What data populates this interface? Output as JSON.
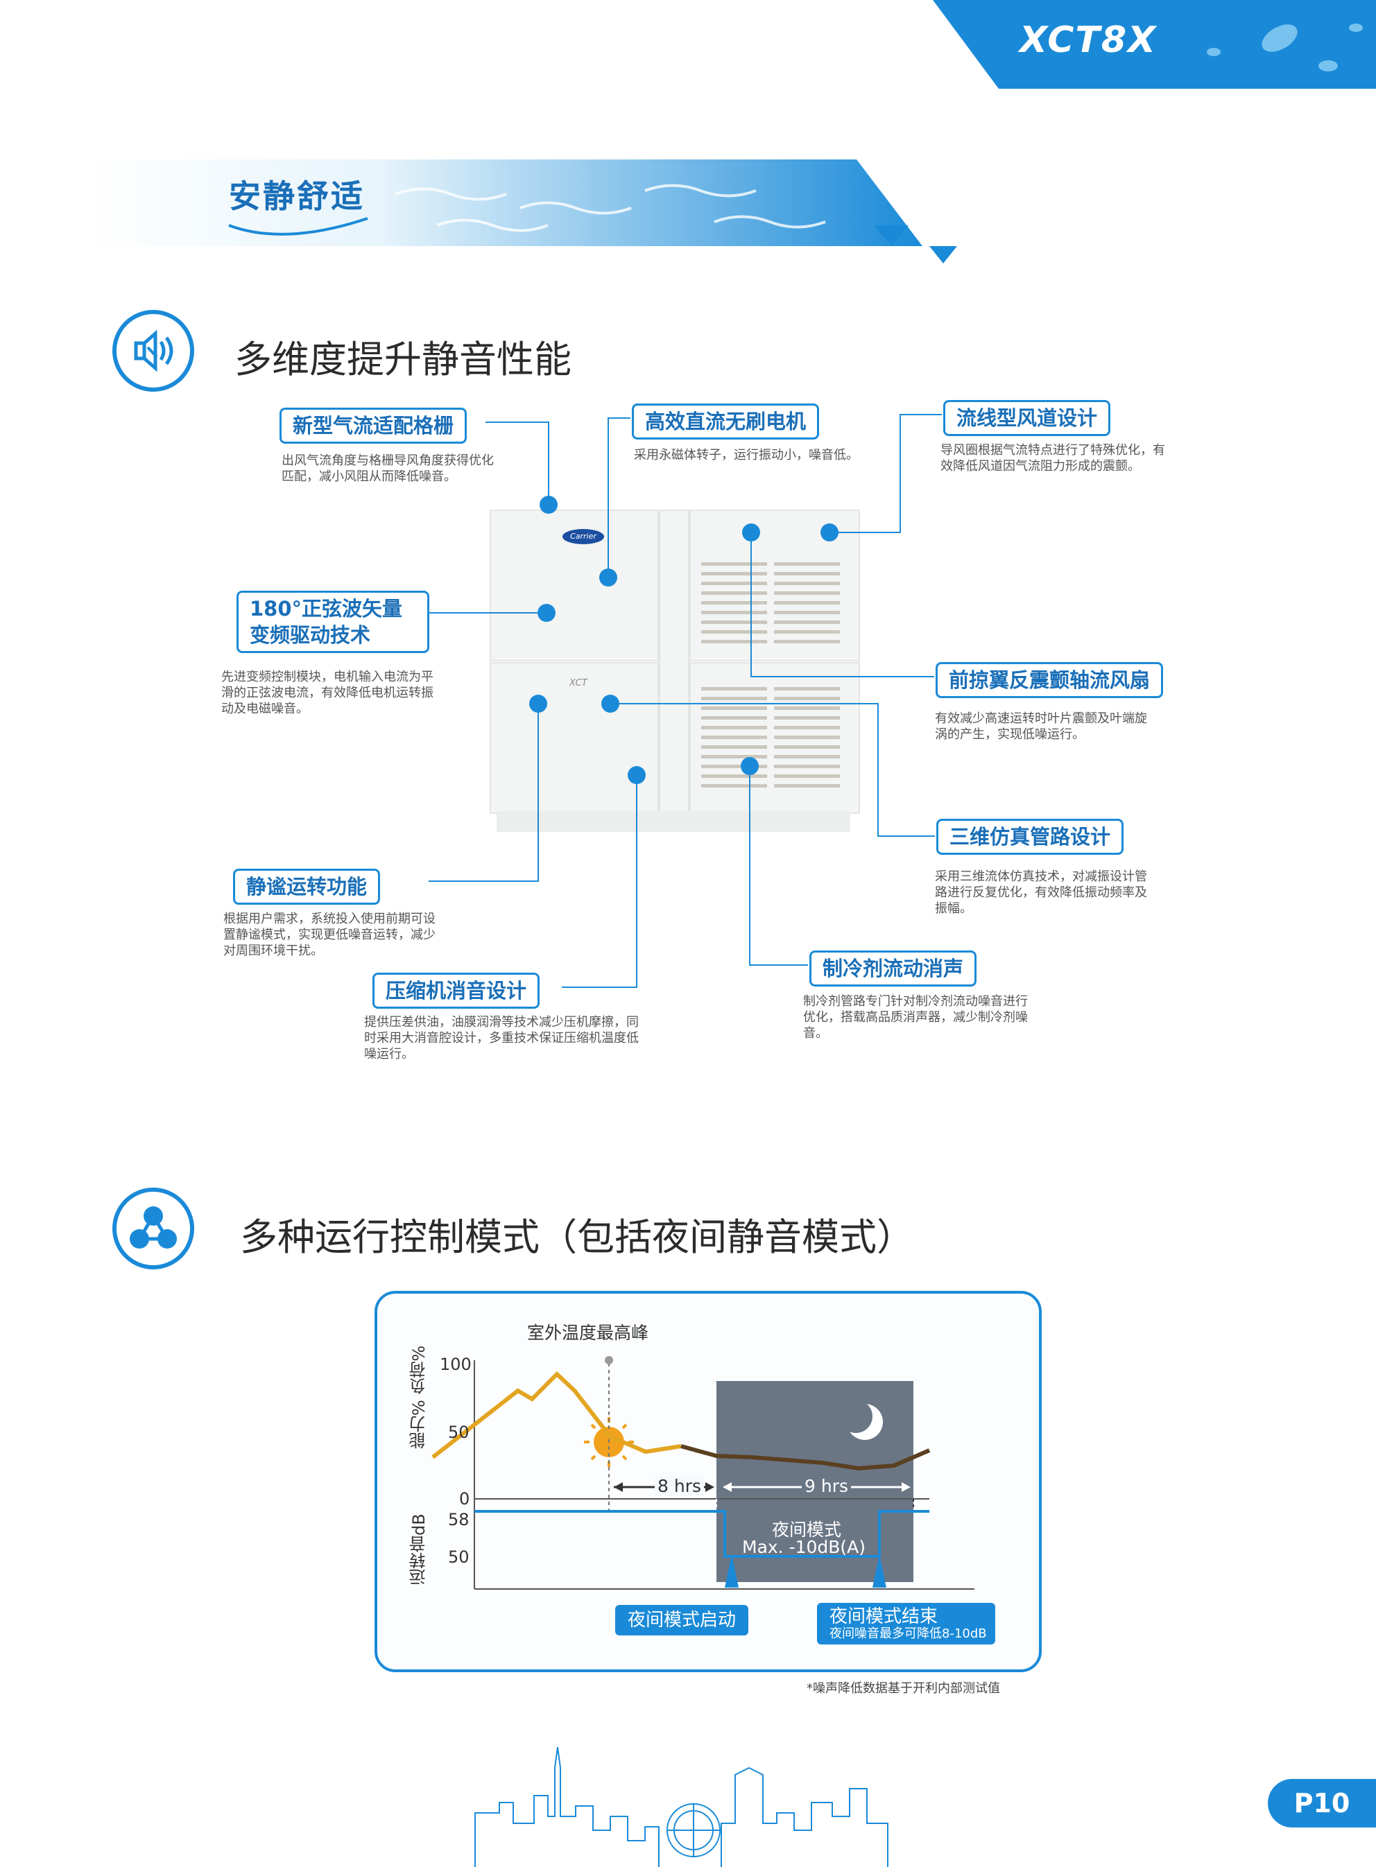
{
  "brand": {
    "logo_text": "XCT8X"
  },
  "banner": {
    "title": "安静舒适"
  },
  "section1": {
    "title": "多维度提升静音性能",
    "icon": "speaker-mute-icon",
    "unit_logo": "Carrier",
    "unit_badge": "XCT",
    "callouts": [
      {
        "title": "新型气流适配格栅",
        "desc": "出风气流角度与格栅导风角度获得优化匹配，减小风阻从而降低噪音。"
      },
      {
        "title": "高效直流无刷电机",
        "desc": "采用永磁体转子，运行振动小，噪音低。"
      },
      {
        "title": "流线型风道设计",
        "desc": "导风圈根据气流特点进行了特殊优化，有效降低风道因气流阻力形成的震颤。"
      },
      {
        "title": "180°正弦波矢量变频驱动技术",
        "desc": "先进变频控制模块，电机输入电流为平滑的正弦波电流，有效降低电机运转振动及电磁噪音。"
      },
      {
        "title": "前掠翼反震颤轴流风扇",
        "desc": "有效减少高速运转时叶片震颤及叶端旋涡的产生，实现低噪运行。"
      },
      {
        "title": "三维仿真管路设计",
        "desc": "采用三维流体仿真技术，对减振设计管路进行反复优化，有效降低振动频率及振幅。"
      },
      {
        "title": "静谧运转功能",
        "desc": "根据用户需求，系统投入使用前期可设置静谧模式，实现更低噪音运转，减少对周围环境干扰。"
      },
      {
        "title": "压缩机消音设计",
        "desc": "提供压差供油，油膜润滑等技术减少压机摩擦，同时采用大消音腔设计，多重技术保证压缩机温度低噪运行。"
      },
      {
        "title": "制冷剂流动消声",
        "desc": "制冷剂管路专门针对制冷剂流动噪音进行优化，搭载高品质消声器，减少制冷剂噪音。"
      }
    ]
  },
  "section2": {
    "title": "多种运行控制模式（包括夜间静音模式）",
    "icon": "network-nodes-icon",
    "footnote": "*噪声降低数据基于开利内部测试值"
  },
  "chart_data": {
    "type": "line",
    "peak_label": "室外温度最高峰",
    "ylabel_top": "能力%  负荷%",
    "ylabel_bottom": "运转音dB",
    "yticks_top": [
      "100",
      "50",
      "0"
    ],
    "yticks_bottom": [
      "58",
      "50"
    ],
    "interval_day": "8 hrs",
    "interval_night": "9 hrs",
    "night_mode_label": "夜间模式",
    "night_mode_value": "Max. -10dB(A)",
    "start_tag": "夜间模式启动",
    "end_tag": "夜间模式结束",
    "end_tag_sub": "夜间噪音最多可降低8-10dB",
    "colors": {
      "load": "#e3a521",
      "load_night": "#5a4020",
      "noise": "#1a8ad8",
      "night_box": "#6b7685",
      "sun": "#f2a11c"
    },
    "load_curve": [
      {
        "x": 0,
        "y": 30
      },
      {
        "x": 1,
        "y": 50
      },
      {
        "x": 2,
        "y": 70
      },
      {
        "x": 2.4,
        "y": 78
      },
      {
        "x": 2.8,
        "y": 72
      },
      {
        "x": 3.5,
        "y": 90
      },
      {
        "x": 4,
        "y": 78
      },
      {
        "x": 5,
        "y": 45
      },
      {
        "x": 6,
        "y": 34
      },
      {
        "x": 7,
        "y": 38
      },
      {
        "x": 8,
        "y": 31
      },
      {
        "x": 9,
        "y": 30
      },
      {
        "x": 10,
        "y": 28
      },
      {
        "x": 11,
        "y": 26
      },
      {
        "x": 12,
        "y": 22
      },
      {
        "x": 13,
        "y": 24
      },
      {
        "x": 14,
        "y": 35
      }
    ],
    "noise_level_day": 58,
    "noise_level_night": 48
  }
}
